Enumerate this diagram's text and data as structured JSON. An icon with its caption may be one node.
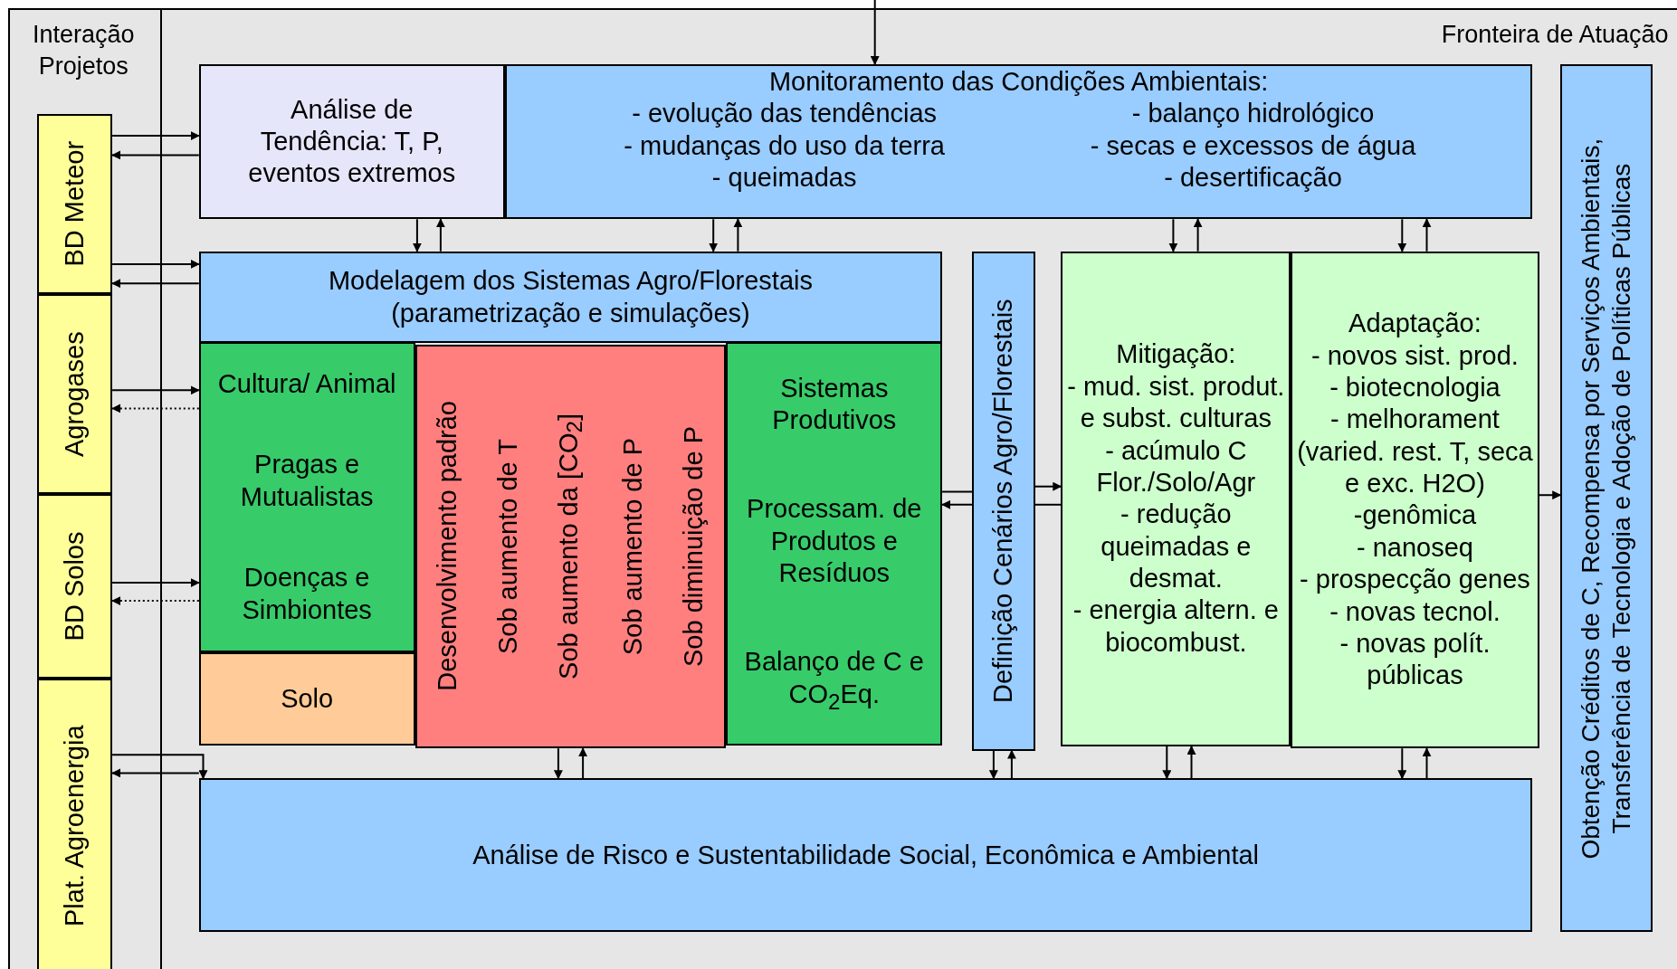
{
  "diagram": {
    "nodes": [
      {
        "text": [
          "Análise de Tendência: T, P, eventos extremos"
        ]
      },
      {
        "text": [
          "Monitoramento das Condições Ambientais:",
          "- evolução das tendências",
          "- balanço hidrológico",
          "- mudanças do uso da terra",
          "- secas e excessos de água",
          "- queimadas",
          "- desertificação"
        ]
      },
      {
        "text": [
          "Obtenção Créditos de C, Recompensa por Serviços Ambientais,",
          "Transferência de Tecnologia e Adoção de Políticas Públicas"
        ]
      },
      {
        "text": [
          "BD Meteor"
        ]
      },
      {
        "text": [
          "Modelagem dos Sistemas Agro/Florestais (parametrização e simulações)"
        ]
      },
      {
        "text": [
          "Definição  Cenários Agro/Florestais"
        ]
      },
      {
        "text": [
          "Mitigação:",
          "- mud. sist. produt. e subst. culturas",
          "- acúmulo C Flor./Solo/Agr",
          "- redução queimadas e desmat.",
          "- energia altern. e biocombust."
        ]
      },
      {
        "text": [
          "Adaptação:",
          "- novos sist. prod.",
          "- biotecnologia",
          "- melhorament (varied. rest. T, seca e exc. H2O)",
          "-genômica",
          "- nanoseq",
          "- prospecção genes",
          "- novas tecnol.",
          "- novas polít. públicas"
        ]
      },
      {
        "text": [
          "Agrogases"
        ]
      },
      {
        "text": [
          "Cultura/ Animal",
          "Pragas e Mutualistas",
          "Doenças e Simbiontes"
        ]
      },
      {
        "text": [
          "Desenvolvimento padrão",
          "Sob aumento de T",
          "Sob aumento da [CO$_{2}$]",
          "Sob aumento de P",
          "Sob diminuição de P"
        ]
      },
      {
        "text": [
          "Sistemas Produtivos",
          "Processam. de Produtos e Resíduos",
          "Balanço de C e CO$_{2}$Eq."
        ]
      },
      {
        "text": [
          "BD Solos"
        ]
      },
      {
        "text": [
          "Solo"
        ]
      },
      {
        "text": [
          "Plat. Agroenergia"
        ]
      },
      {
        "text": [
          "Análise de Risco e Sustentabilidade Social, Econômica e Ambiental"
        ]
      }
    ],
    "edges": [
      {
        "from": null,
        "to": 1,
        "arrow": "to"
      },
      {
        "from": 3,
        "to": 0,
        "arrow": "to"
      },
      {
        "from": 0,
        "to": 3,
        "arrow": "to"
      },
      {
        "from": 3,
        "to": 4,
        "arrow": "to"
      },
      {
        "from": 4,
        "to": 3,
        "arrow": "to"
      },
      {
        "from": 0,
        "to": 4,
        "arrow": "to"
      },
      {
        "from": 4,
        "to": 0,
        "arrow": "to"
      },
      {
        "from": 1,
        "to": 4,
        "arrow": "to"
      },
      {
        "from": 4,
        "to": 1,
        "arrow": "to"
      },
      {
        "from": 1,
        "to": 6,
        "arrow": "to"
      },
      {
        "from": 6,
        "to": 1,
        "arrow": "to"
      },
      {
        "from": 1,
        "to": 7,
        "arrow": "to"
      },
      {
        "from": 7,
        "to": 1,
        "arrow": "to"
      },
      {
        "from": 8,
        "to": 9,
        "arrow": "to"
      },
      {
        "from": 9,
        "to": 8,
        "arrow": "to",
        "style": "dashed"
      },
      {
        "from": 12,
        "to": 9,
        "arrow": "to"
      },
      {
        "from": 9,
        "to": 12,
        "arrow": "to",
        "style": "dashed"
      },
      {
        "from": 11,
        "to": 5,
        "arrow": "none"
      },
      {
        "from": 5,
        "to": 11,
        "arrow": "to"
      },
      {
        "from": 5,
        "to": 6,
        "arrow": "to"
      },
      {
        "from": 6,
        "to": 5,
        "arrow": "none"
      },
      {
        "from": 7,
        "to": 2,
        "arrow": "to"
      },
      {
        "from": 14,
        "to": 15,
        "arrow": "to"
      },
      {
        "from": 15,
        "to": 14,
        "arrow": "to"
      },
      {
        "from": 10,
        "to": 15,
        "arrow": "to"
      },
      {
        "from": 15,
        "to": 10,
        "arrow": "to"
      },
      {
        "from": 5,
        "to": 15,
        "arrow": "to"
      },
      {
        "from": 15,
        "to": 5,
        "arrow": "to"
      },
      {
        "from": 6,
        "to": 15,
        "arrow": "to"
      },
      {
        "from": 15,
        "to": 6,
        "arrow": "to"
      },
      {
        "from": 7,
        "to": 15,
        "arrow": "to"
      },
      {
        "from": 15,
        "to": 7,
        "arrow": "to"
      }
    ],
    "labels": [
      "Interação Projetos",
      "Fronteira de Atuação"
    ]
  }
}
